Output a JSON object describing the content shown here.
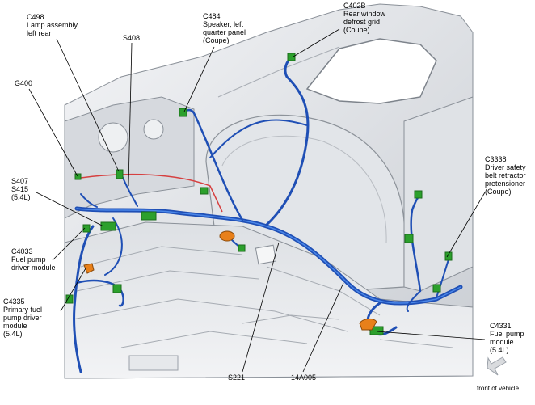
{
  "callouts": {
    "c498": "C498\nLamp assembly,\nleft rear",
    "s408": "S408",
    "c484": "C484\nSpeaker, left\nquarter panel\n(Coupe)",
    "c402b": "C402B\nRear window\ndefrost grid\n(Coupe)",
    "g400": "G400",
    "s407": "S407\nS415\n(5.4L)",
    "c3338": "C3338\nDriver safety\nbelt retractor\npretensioner\n(Coupe)",
    "c4033": "C4033\nFuel pump\ndriver module",
    "c4335": "C4335\nPrimary fuel\npump driver\nmodule\n(5.4L)",
    "c4331": "C4331\nFuel pump\nmodule\n(5.4L)",
    "s221": "S221",
    "harness": "14A005",
    "front": "front of vehicle"
  },
  "colors": {
    "harness": "#1f4fb5",
    "harness_highlight": "#4a86e8",
    "connector": "#2ca02c",
    "connector_alt": "#e8801a",
    "red_wire": "#d64040",
    "body_light": "#e9ebee",
    "body_mid": "#cfd3d8",
    "body_dark": "#9aa0a8"
  },
  "icons": {
    "front_arrow": "front-of-vehicle-arrow-icon"
  }
}
